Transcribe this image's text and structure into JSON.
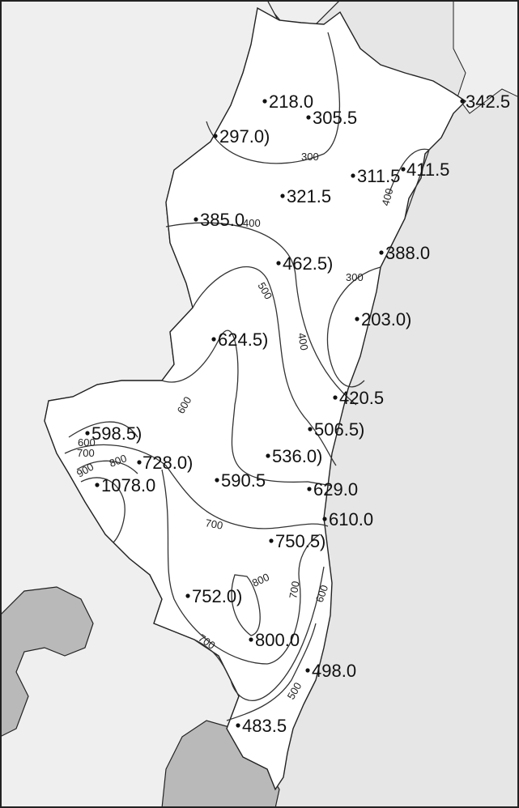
{
  "map": {
    "colors": {
      "sea": "#e6e6e6",
      "land_focus": "#ffffff",
      "land_other": "#efefef",
      "land_dark": "#b9b9b9",
      "border": "#222222",
      "contour": "#333333"
    },
    "stations": [
      {
        "id": "s1",
        "label": "218.0"
      },
      {
        "id": "s2",
        "label": "305.5"
      },
      {
        "id": "s3",
        "label": "342.5"
      },
      {
        "id": "s4",
        "label": "297.0)"
      },
      {
        "id": "s5",
        "label": "311.5"
      },
      {
        "id": "s6",
        "label": "411.5"
      },
      {
        "id": "s7",
        "label": "321.5"
      },
      {
        "id": "s8",
        "label": "385.0"
      },
      {
        "id": "s9",
        "label": "388.0"
      },
      {
        "id": "s10",
        "label": "462.5)"
      },
      {
        "id": "s11",
        "label": "203.0)"
      },
      {
        "id": "s12",
        "label": "624.5)"
      },
      {
        "id": "s13",
        "label": "420.5"
      },
      {
        "id": "s14",
        "label": "598.5)"
      },
      {
        "id": "s15",
        "label": "506.5)"
      },
      {
        "id": "s16",
        "label": "728.0)"
      },
      {
        "id": "s17",
        "label": "536.0)"
      },
      {
        "id": "s18",
        "label": "1078.0"
      },
      {
        "id": "s19",
        "label": "590.5"
      },
      {
        "id": "s20",
        "label": "629.0"
      },
      {
        "id": "s21",
        "label": "610.0"
      },
      {
        "id": "s22",
        "label": "750.5)"
      },
      {
        "id": "s23",
        "label": "752.0)"
      },
      {
        "id": "s24",
        "label": "800.0"
      },
      {
        "id": "s25",
        "label": "498.0"
      },
      {
        "id": "s26",
        "label": "483.5"
      }
    ],
    "contour_labels": [
      {
        "id": "c1",
        "text": "300"
      },
      {
        "id": "c2",
        "text": "300"
      },
      {
        "id": "c3",
        "text": "400"
      },
      {
        "id": "c4",
        "text": "400"
      },
      {
        "id": "c5",
        "text": "500"
      },
      {
        "id": "c6",
        "text": "400"
      },
      {
        "id": "c7",
        "text": "600"
      },
      {
        "id": "c8",
        "text": "600"
      },
      {
        "id": "c9",
        "text": "700"
      },
      {
        "id": "c10",
        "text": "800"
      },
      {
        "id": "c11",
        "text": "900"
      },
      {
        "id": "c12",
        "text": "700"
      },
      {
        "id": "c13",
        "text": "800"
      },
      {
        "id": "c14",
        "text": "700"
      },
      {
        "id": "c15",
        "text": "700"
      },
      {
        "id": "c16",
        "text": "500"
      },
      {
        "id": "c17",
        "text": "600"
      }
    ]
  }
}
